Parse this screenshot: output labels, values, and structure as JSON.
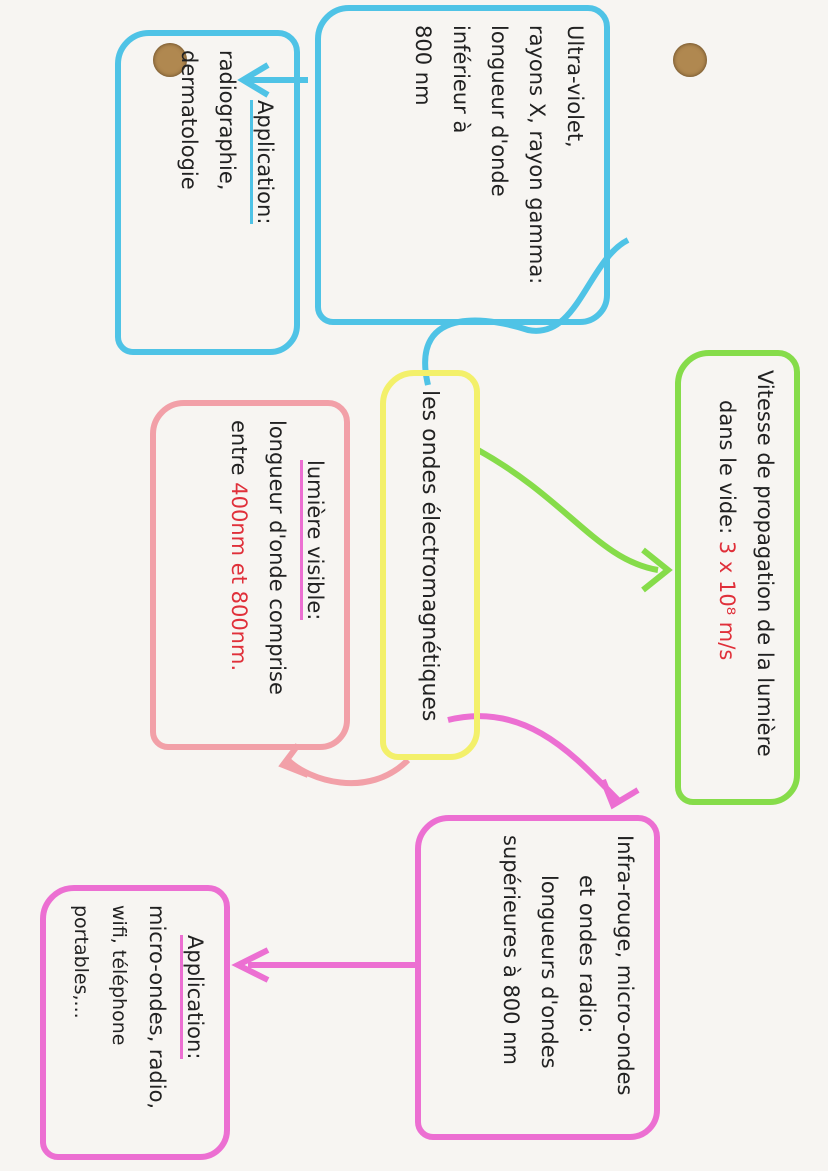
{
  "center": {
    "title": "les ondes électromagnétiques"
  },
  "speed": {
    "line1": "Vitesse de propagation de la lumière",
    "line2_prefix": "dans le vide:",
    "value": "3 x 10⁸ m/s"
  },
  "uv": {
    "line1": "Ultra-violet,",
    "line2": "rayons X, rayon gamma:",
    "line3": "longueur d'onde",
    "line4": "inférieur à",
    "line5": "800 nm"
  },
  "uv_application": {
    "title": "Application:",
    "text": "radiographie, dermatologie"
  },
  "visible": {
    "title": "lumière visible:",
    "line2": "longueur d'onde comprise",
    "line3_prefix": "entre",
    "range": "400nm et 800nm."
  },
  "ir": {
    "line1": "Infra-rouge, micro-ondes",
    "line2": "et ondes radio:",
    "line3": "longueurs d'ondes",
    "line4": "supérieures à 800 nm"
  },
  "ir_application": {
    "title": "Application:",
    "line2": "micro-ondes, radio,",
    "line3": "wifi, téléphone portables,..."
  },
  "colors": {
    "uv": "#4fc3e6",
    "speed": "#86dc4a",
    "center": "#f3f06a",
    "visible": "#f2a0a8",
    "ir": "#ec6fd2",
    "values": "#e0303a"
  }
}
